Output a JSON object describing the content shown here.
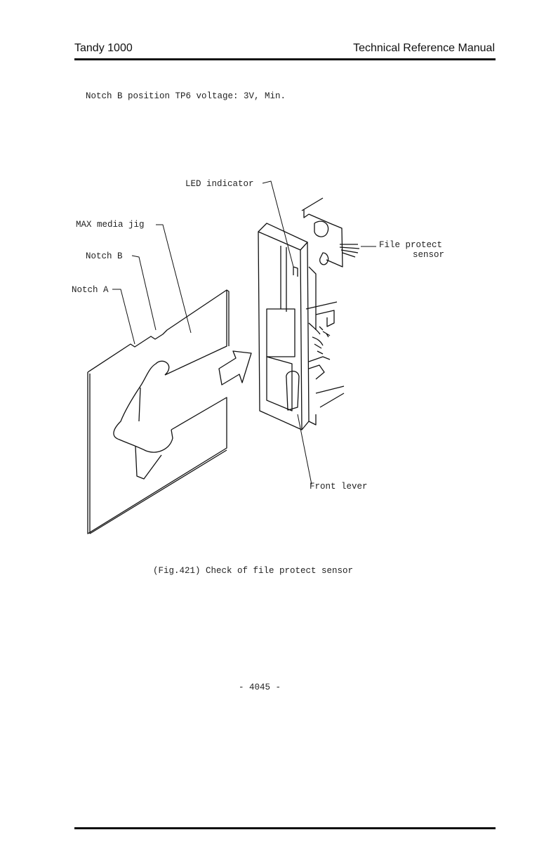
{
  "header": {
    "left": "Tandy 1000",
    "right": "Technical Reference Manual"
  },
  "body_text": "Notch B position TP6 voltage: 3V, Min.",
  "figure": {
    "labels": {
      "led_indicator": "LED indicator",
      "max_media_jig": "MAX media jig",
      "notch_b": "Notch B",
      "notch_a": "Notch A",
      "file_protect_line1": "File protect",
      "file_protect_line2": "sensor",
      "front_lever": "Front lever"
    },
    "caption": "(Fig.421) Check of file protect sensor"
  },
  "footer": {
    "page_number": "- 4045 -"
  }
}
